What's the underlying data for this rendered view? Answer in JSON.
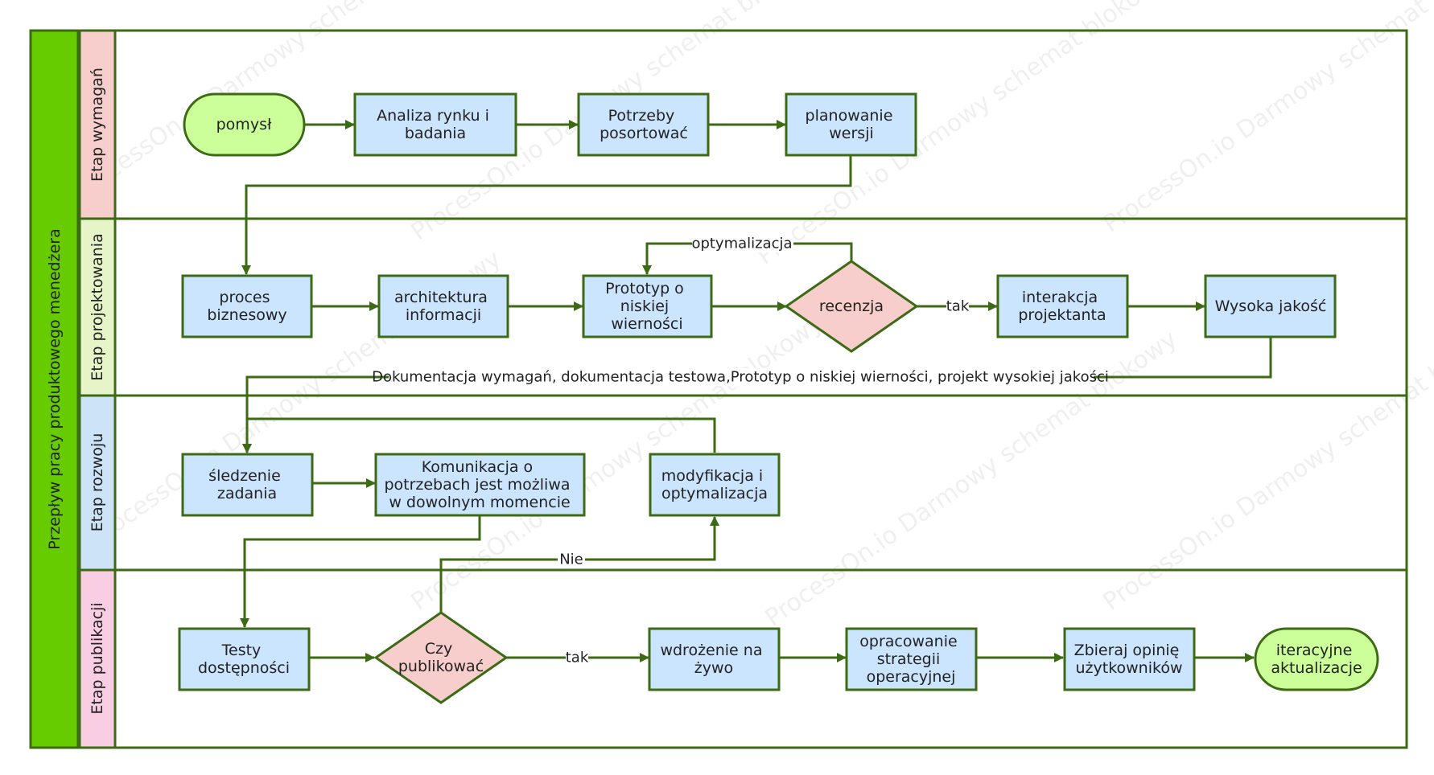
{
  "pool": {
    "title": "Przepływ pracy produktowego menedżera"
  },
  "lanes": [
    {
      "id": "lane-wymagan",
      "label": "Etap wymagań",
      "color": "#f8cecc"
    },
    {
      "id": "lane-projektowania",
      "label": "Etap projektowania",
      "color": "#e6f5c8"
    },
    {
      "id": "lane-rozwoju",
      "label": "Etap rozwoju",
      "color": "#cce3f8"
    },
    {
      "id": "lane-publikacji",
      "label": "Etap publikacji",
      "color": "#f9cde4"
    }
  ],
  "nodes": {
    "pomysl": "pomysł",
    "analiza": [
      "Analiza rynku i",
      "badania"
    ],
    "potrzeby": [
      "Potrzeby",
      "posortować"
    ],
    "planowanie": [
      "planowanie",
      "wersji"
    ],
    "proces": [
      "proces",
      "biznesowy"
    ],
    "architektura": [
      "architektura",
      "informacji"
    ],
    "prototyp": [
      "Prototyp o",
      "niskiej",
      "wierności"
    ],
    "recenzja": "recenzja",
    "interakcja": [
      "interakcja",
      "projektanta"
    ],
    "wysoka": "Wysoka jakość",
    "sledzenie": [
      "śledzenie",
      "zadania"
    ],
    "komunikacja": [
      "Komunikacja o",
      "potrzebach jest możliwa",
      "w dowolnym momencie"
    ],
    "modyfikacja": [
      "modyfikacja i",
      "optymalizacja"
    ],
    "testy": [
      "Testy",
      "dostępności"
    ],
    "czy": [
      "Czy",
      "publikować"
    ],
    "wdrozenie": [
      "wdrożenie na",
      "żywo"
    ],
    "opracowanie": [
      "opracowanie",
      "strategii",
      "operacyjnej"
    ],
    "zbieraj": [
      "Zbieraj opinię",
      "użytkowników"
    ],
    "iteracyjne": [
      "iteracyjne",
      "aktualizacje"
    ]
  },
  "edge_labels": {
    "optymalizacja": "optymalizacja",
    "tak_recenzja": "tak",
    "dokumentacja": "Dokumentacja wymagań, dokumentacja testowa,Prototyp o niskiej wierności, projekt wysokiej jakości",
    "nie": "Nie",
    "tak_publikacja": "tak"
  },
  "watermark": [
    "ProcessOn.io Darmowy schemat blokowy"
  ],
  "colors": {
    "stroke": "#3d6b14",
    "pool": "#66cc00",
    "process": "#cce5ff",
    "decision": "#f8cecc",
    "terminal": "#ccff99"
  }
}
